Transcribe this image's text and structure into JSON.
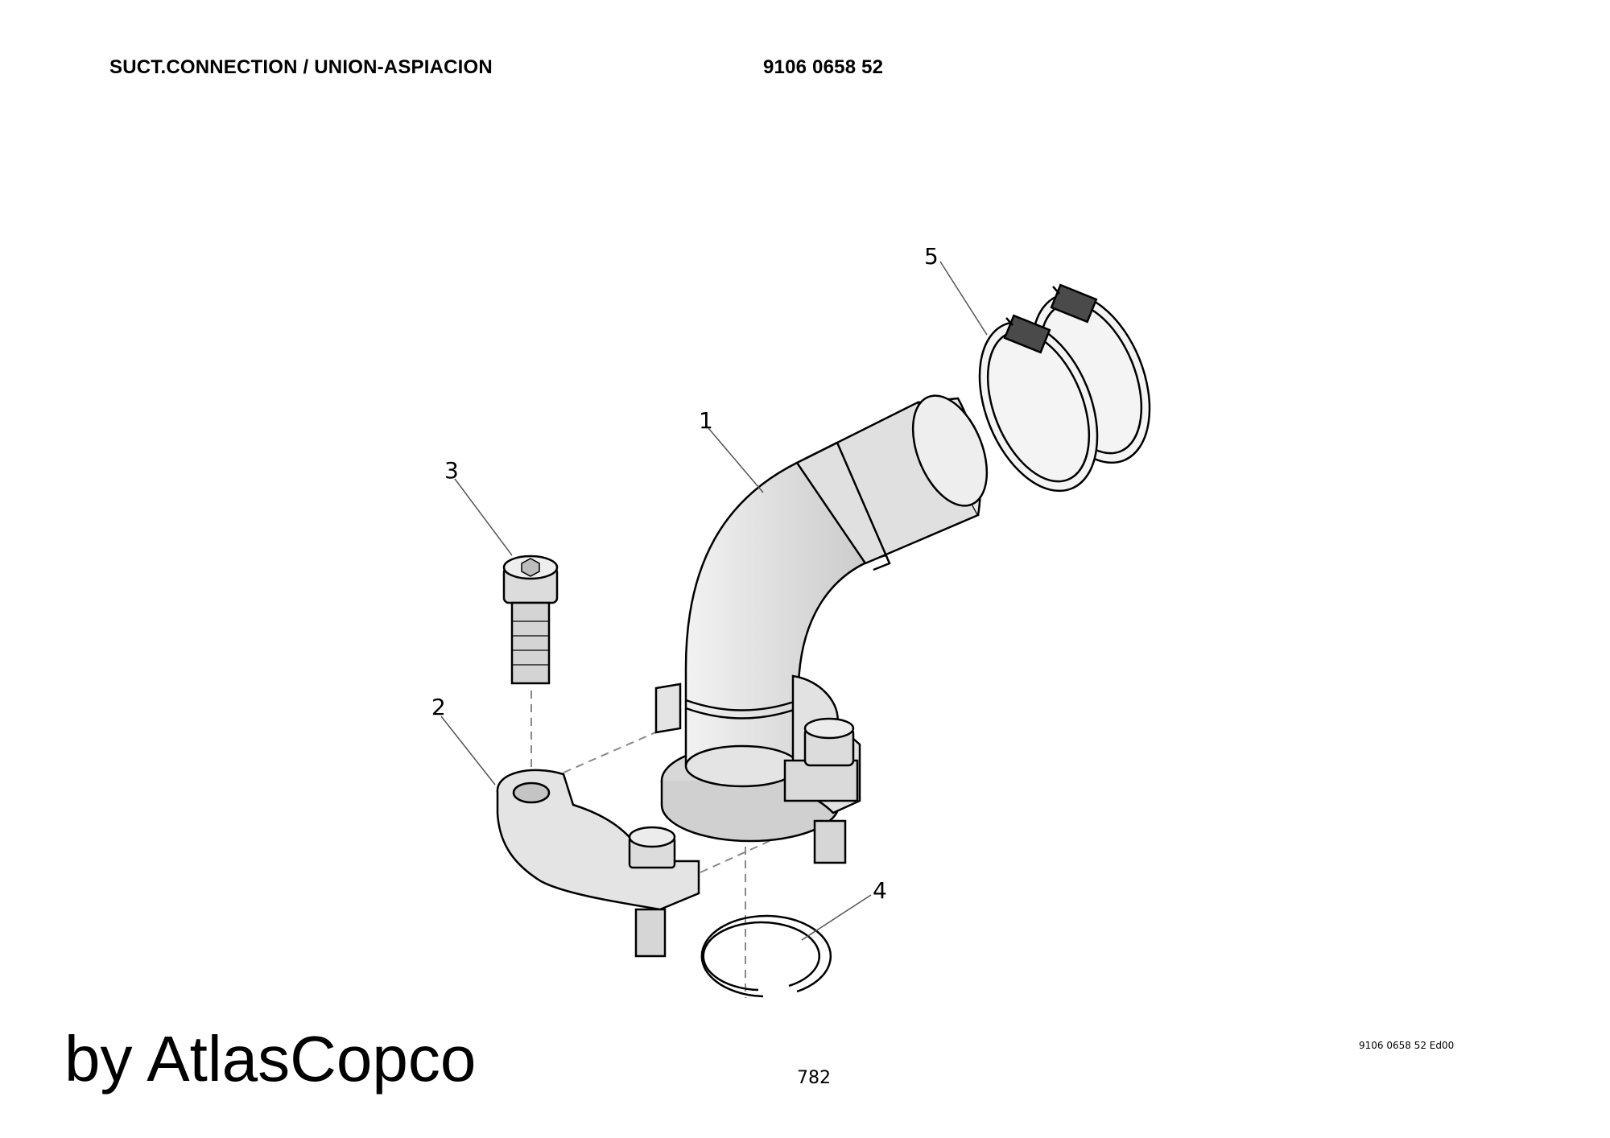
{
  "header": {
    "title": "SUCT.CONNECTION / UNION-ASPIACION",
    "part_number": "9106 0658 52"
  },
  "diagram": {
    "callouts": [
      {
        "number": "1",
        "part": "elbow-pipe"
      },
      {
        "number": "2",
        "part": "flange-clamp"
      },
      {
        "number": "3",
        "part": "socket-head-screw"
      },
      {
        "number": "4",
        "part": "snap-ring"
      },
      {
        "number": "5",
        "part": "hose-clamps"
      }
    ],
    "colors": {
      "part_fill": "#e6e6e6",
      "part_shade": "#cfcfcf",
      "outline": "#000000",
      "dark_block": "#4a4a4a"
    }
  },
  "footer": {
    "brand": "by AtlasCopco",
    "page_number": "782",
    "doc_ref": "9106 0658 52 Ed00"
  }
}
